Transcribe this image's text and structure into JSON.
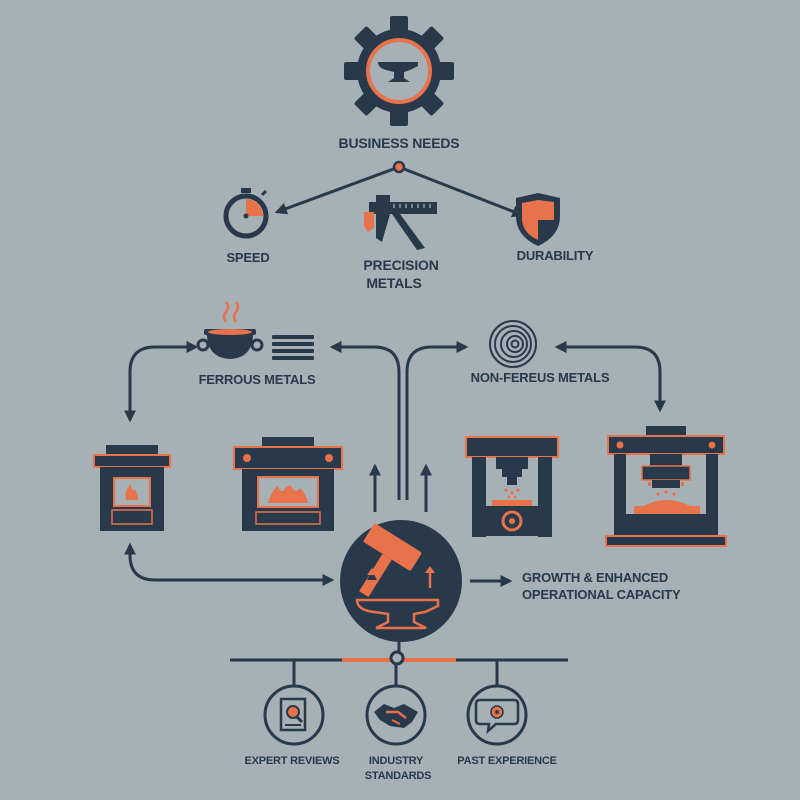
{
  "top": {
    "label": "BUSINESS NEEDS",
    "icon": "gear-anvil-icon"
  },
  "needs": [
    {
      "label": "SPEED",
      "icon": "stopwatch-icon"
    },
    {
      "label": "PRECISION",
      "label2": "METALS",
      "icon": "caliper-icon"
    },
    {
      "label": "DURABILITY",
      "icon": "shield-icon"
    }
  ],
  "categories": [
    {
      "label": "FERROUS METALS",
      "icon": "crucible-icon"
    },
    {
      "label": "NON-FEREUS METALS",
      "icon": "metal-coil-icon"
    }
  ],
  "machines": [
    {
      "name": "furnace",
      "icon": "furnace-icon"
    },
    {
      "name": "forge",
      "icon": "forge-icon"
    },
    {
      "name": "press",
      "icon": "hydraulic-press-icon"
    },
    {
      "name": "large-press",
      "icon": "large-press-icon"
    }
  ],
  "core": {
    "icon": "hammer-anvil-icon"
  },
  "outcome": {
    "line1": "GROWTH & ENHANCED",
    "line2": "OPERATIONAL CAPACITY"
  },
  "validation": [
    {
      "label": "EXPERT REVIEWS",
      "icon": "document-search-icon"
    },
    {
      "label": "INDUSTRY",
      "label2": "STANDARDS",
      "icon": "handshake-icon"
    },
    {
      "label": "PAST EXPERIENCE",
      "icon": "chat-gear-icon"
    }
  ],
  "colors": {
    "background": "#a7b0b5",
    "navy": "#27394a",
    "accent": "#e8724a"
  }
}
